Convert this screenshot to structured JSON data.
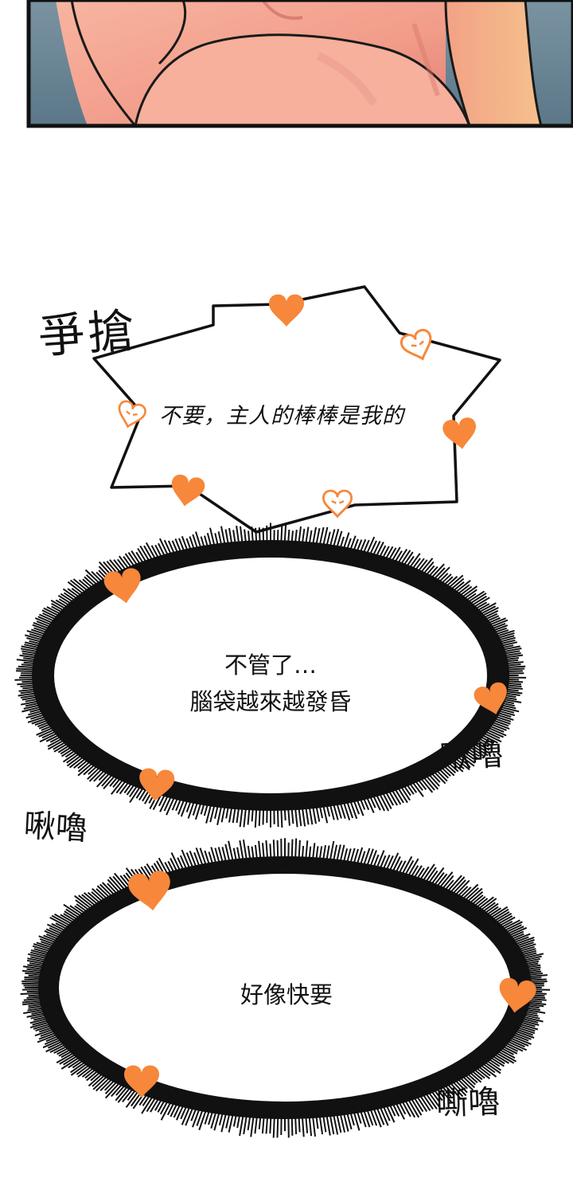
{
  "panel_1": {
    "description_icon": "skin-shoulder-panel-art"
  },
  "caption": {
    "text": "爭搶"
  },
  "speech_bubble": {
    "text": "不要，主人的棒棒是我的"
  },
  "thought_bubble_1": {
    "line_1": "不管了…",
    "line_2": "腦袋越來越發昏"
  },
  "thought_bubble_2": {
    "text": "好像快要"
  },
  "sound_effects": {
    "sfx_1": "啾嚕",
    "sfx_2": "啾嚕",
    "sfx_3": "嘶嚕"
  },
  "colors": {
    "heart": "#F7873A",
    "skin": "#F4A48F",
    "skin_shadow": "#E27D72",
    "sea": "#6E8A9A",
    "ink": "#111111"
  }
}
